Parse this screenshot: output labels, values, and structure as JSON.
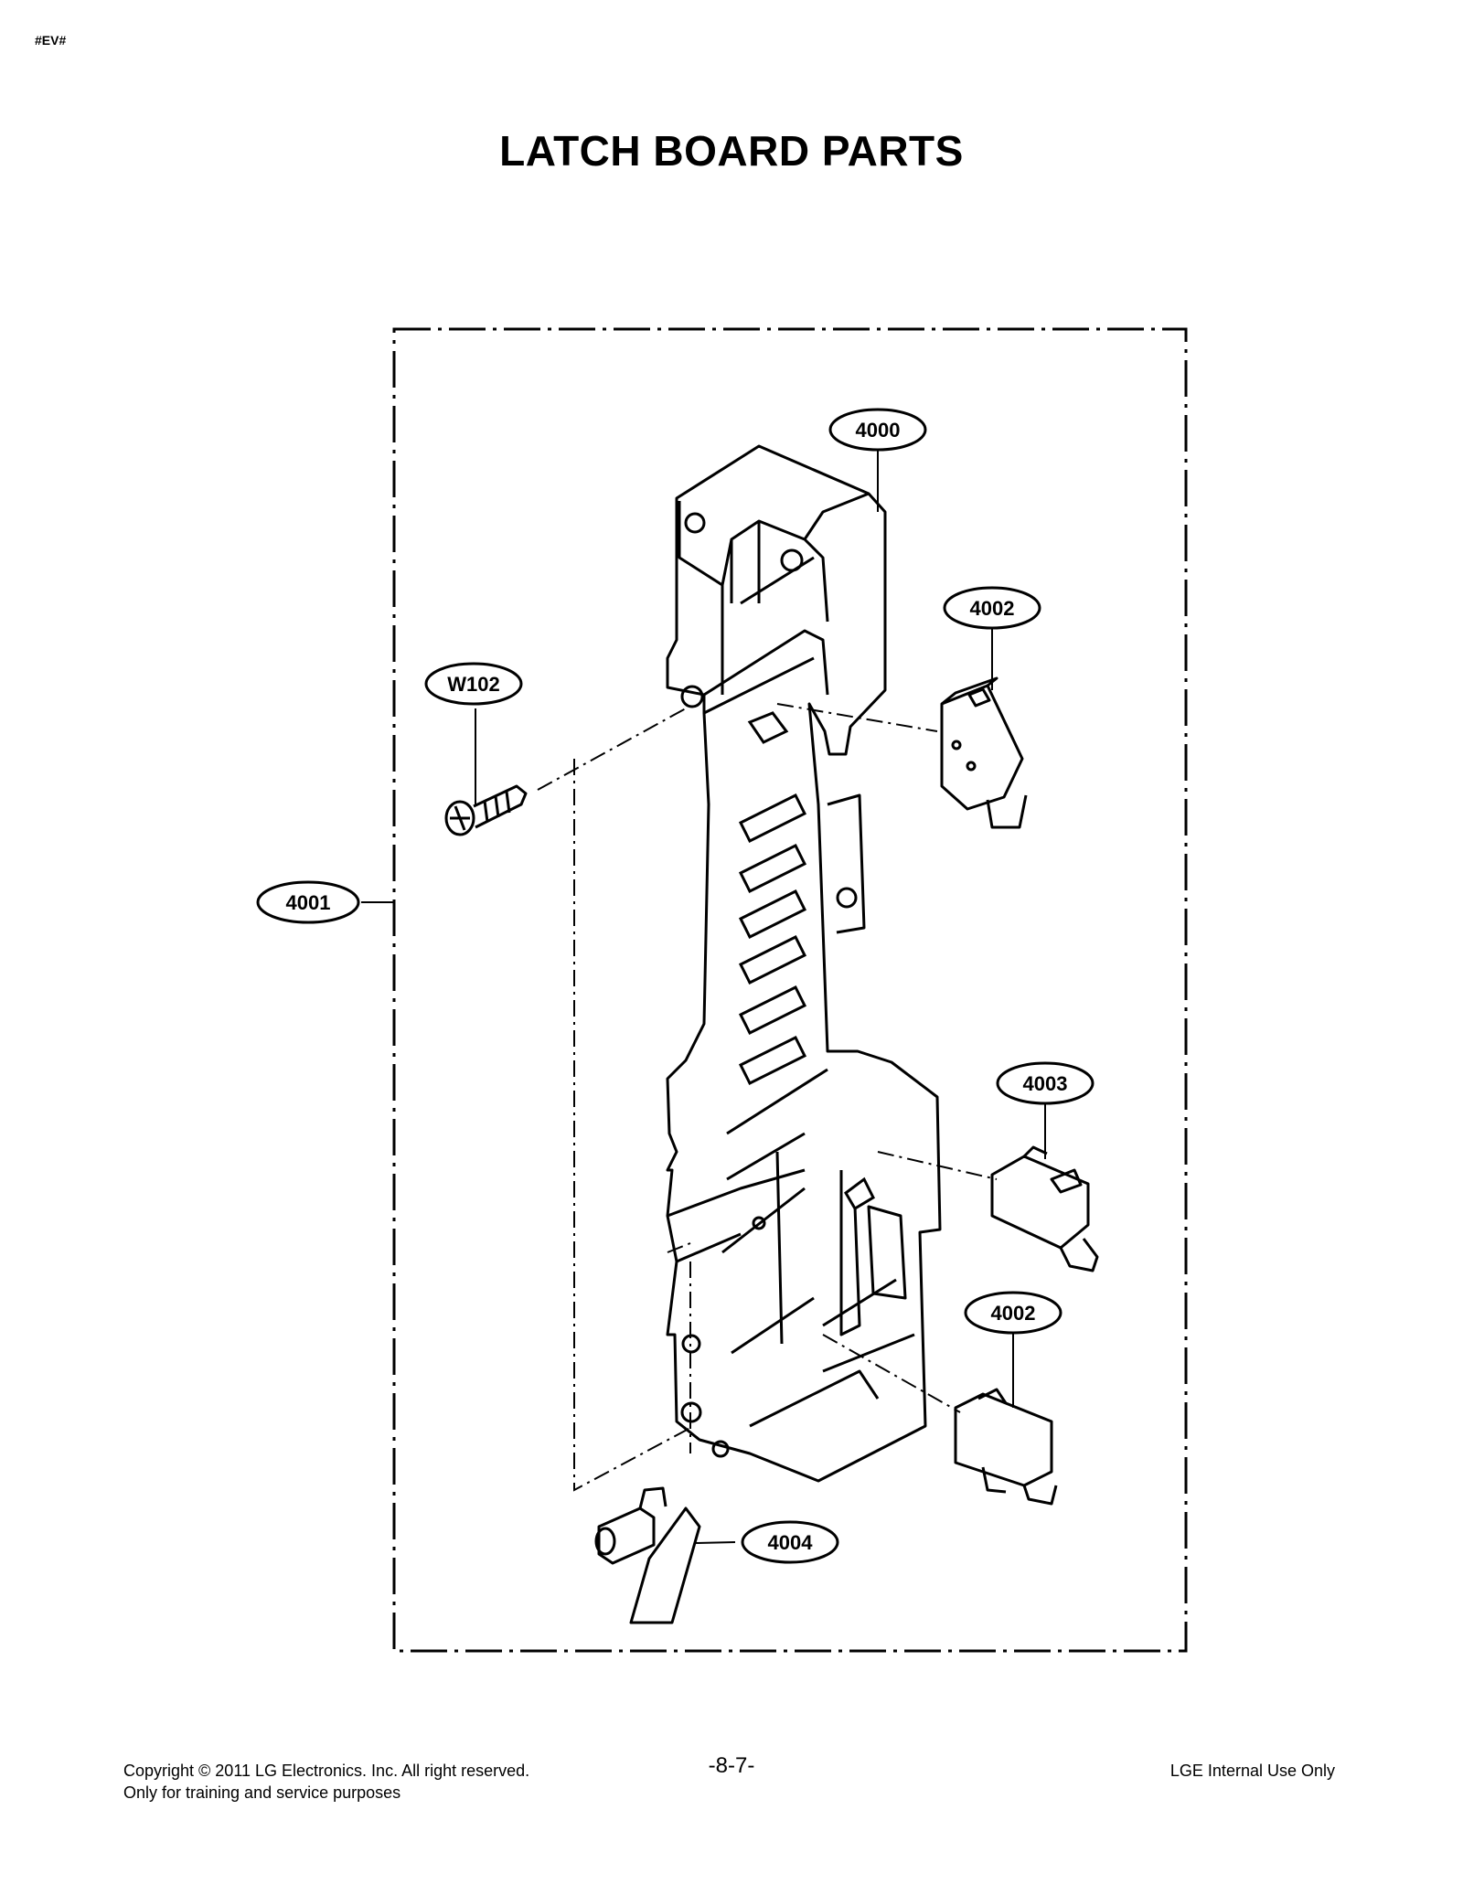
{
  "header": {
    "mark": "#EV#",
    "title": "LATCH BOARD PARTS"
  },
  "callouts": {
    "c4000": "4000",
    "c4001": "4001",
    "c4002a": "4002",
    "c4002b": "4002",
    "c4003": "4003",
    "c4004": "4004",
    "cW102": "W102"
  },
  "footer": {
    "copyright": "Copyright © 2011 LG Electronics. Inc. All right reserved.",
    "purpose": "Only for training and service purposes",
    "page": "-8-7-",
    "internal": "LGE Internal Use Only"
  }
}
